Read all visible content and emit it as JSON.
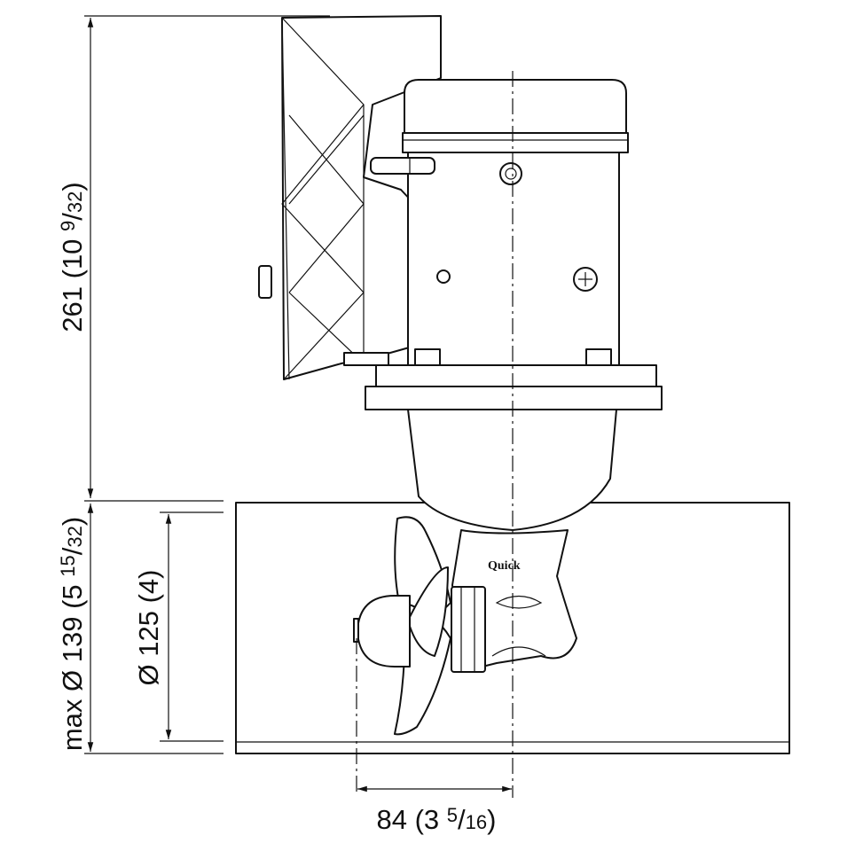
{
  "dimensions": {
    "height": {
      "main": "261 (10 ",
      "num": "9",
      "sep": "/",
      "den": "32",
      "close": ")"
    },
    "max_diameter": {
      "main": "max Ø 139 (5 ",
      "num": "15",
      "sep": "/",
      "den": "32",
      "close": ")"
    },
    "tunnel_diameter": {
      "main": "Ø 125 (4)"
    },
    "offset": {
      "main": "84 (3 ",
      "num": "5",
      "sep": "/",
      "den": "16",
      "close": ")"
    }
  },
  "logo_text": "Quick",
  "colors": {
    "line": "#111111",
    "background": "#ffffff"
  }
}
